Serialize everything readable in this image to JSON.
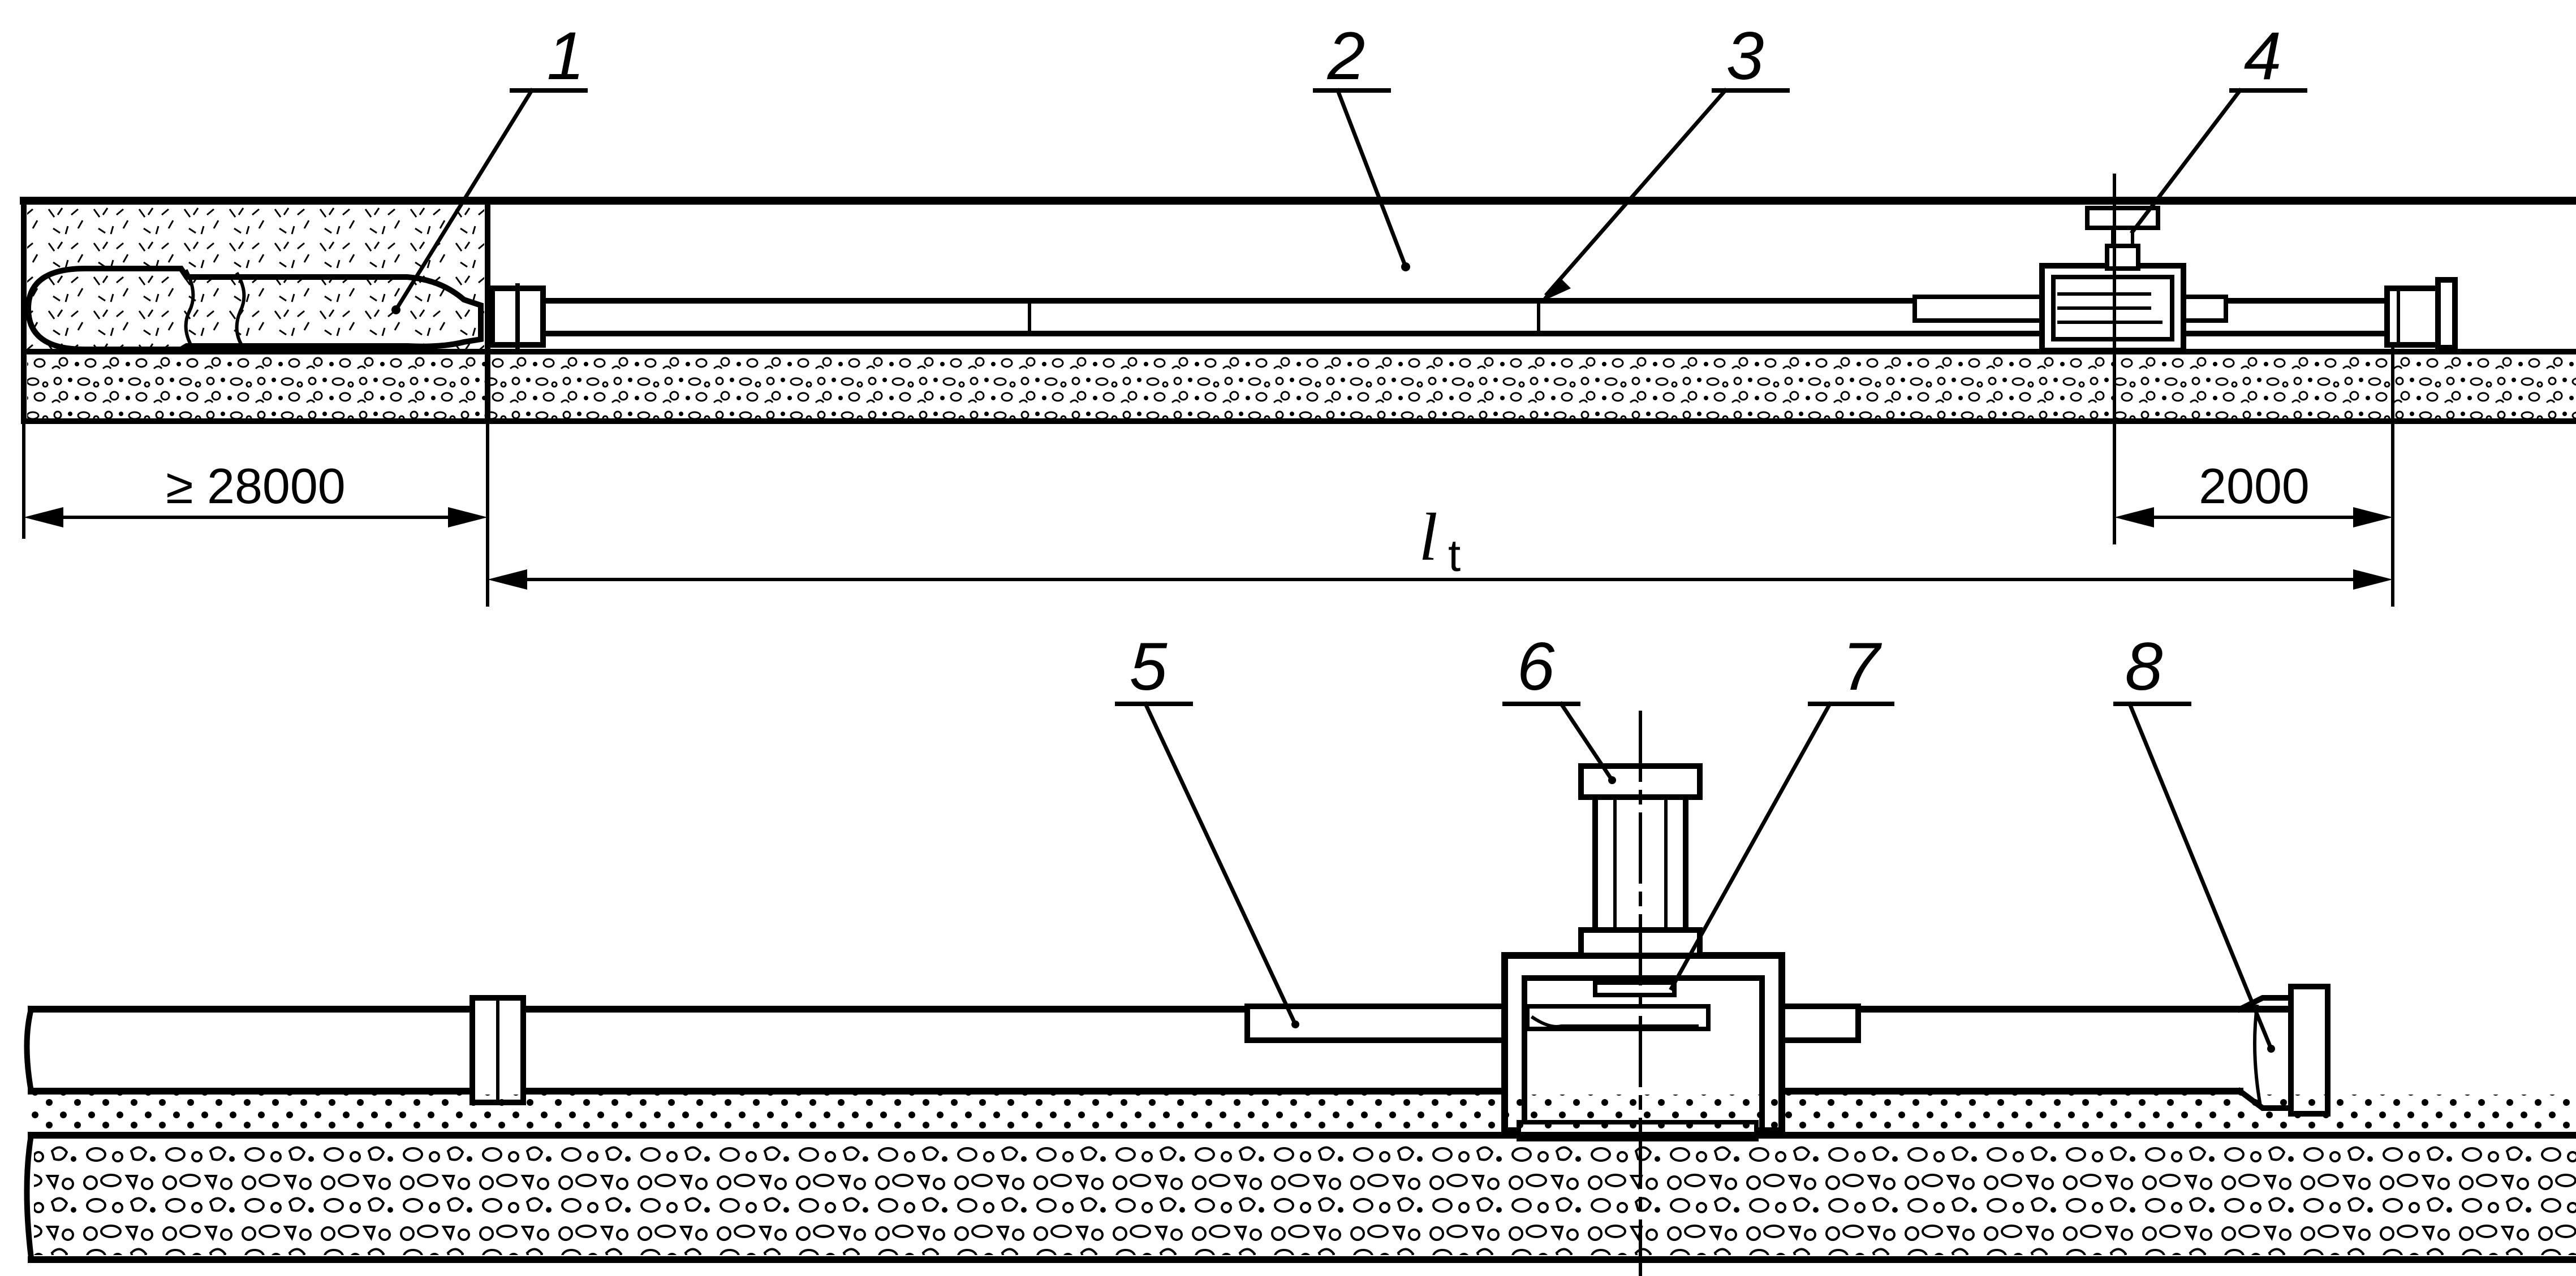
{
  "callouts": [
    {
      "id": "1",
      "label": "1"
    },
    {
      "id": "2",
      "label": "2"
    },
    {
      "id": "3",
      "label": "3"
    },
    {
      "id": "4",
      "label": "4"
    },
    {
      "id": "5",
      "label": "5"
    },
    {
      "id": "6",
      "label": "6"
    },
    {
      "id": "7",
      "label": "7"
    },
    {
      "id": "8",
      "label": "8"
    }
  ],
  "dimensions": {
    "min_length": "≥ 28000",
    "offset": "2000",
    "test_length_symbol": "l",
    "test_length_subscript": "t"
  },
  "colors": {
    "ink": "#000000",
    "paper": "#ffffff"
  }
}
